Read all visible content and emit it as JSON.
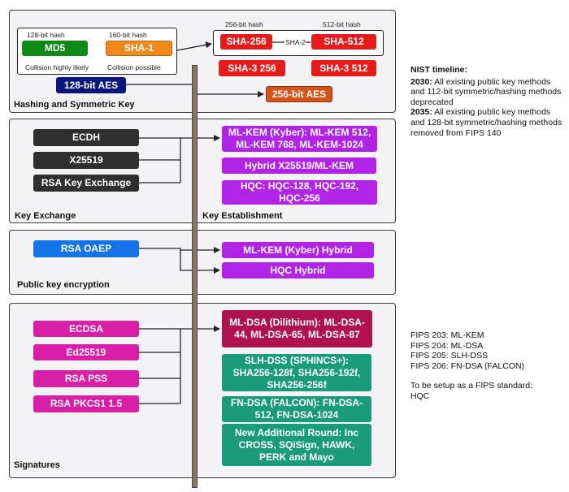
{
  "hashing": {
    "label": "Hashing and Symmetric Key",
    "md5_bits": "128-bit hash",
    "md5": "MD5",
    "md5_note": "Collision highly likely",
    "sha1_bits": "160-bit hash",
    "sha1": "SHA-1",
    "sha1_note": "Collision possible",
    "sha256_bits": "256-bit hash",
    "sha512_bits": "512-bit hash",
    "sha256": "SHA-256",
    "sha512": "SHA-512",
    "sha2_label": "SHA-2",
    "sha3_256": "SHA-3 256",
    "sha3_512": "SHA-3 512",
    "aes128": "128-bit AES",
    "aes256": "256-bit AES"
  },
  "key_exchange": {
    "label": "Key Exchange",
    "establishment_label": "Key Establishment",
    "ecdh": "ECDH",
    "x25519": "X25519",
    "rsa_kex": "RSA Key Exchange",
    "mlkem": "ML-KEM (Kyber): ML-KEM 512, ML-KEM 768, ML-KEM-1024",
    "hybrid": "Hybrid X25519/ML-KEM",
    "hqc": "HQC: HQC-128, HQC-192, HQC-256"
  },
  "public_key": {
    "label": "Public key encryption",
    "rsa_oaep": "RSA OAEP",
    "mlkem_hybrid": "ML-KEM (Kyber) Hybrid",
    "hqc_hybrid": "HQC Hybrid"
  },
  "signatures": {
    "label": "Signatures",
    "ecdsa": "ECDSA",
    "ed25519": "Ed25519",
    "rsa_pss": "RSA PSS",
    "rsa_pkcs1": "RSA PKCS1 1.5",
    "mldsa": "ML-DSA (Dilithium): ML-DSA-44, ML-DSA-65, ML-DSA-87",
    "slhdss": "SLH-DSS (SPHINCS+): SHA256-128f,  SHA256-192f, SHA256-256f",
    "fndsa": "FN-DSA (FALCON): FN-DSA-512, FN-DSA-1024",
    "additional": "New Additional Round: Inc CROSS, SQiSign, HAWK, PERK and Mayo"
  },
  "nist": {
    "title": "NIST timeline:",
    "y2030": "2030:",
    "t2030": " All existing public key methods and 112-bit symmetric/hashing methods deprecated",
    "y2035": "2035:",
    "t2035": " All existing public key methods and 128-bit symmetric/hashing methods removed from FIPS 140"
  },
  "fips": {
    "f203": "FIPS 203: ML-KEM",
    "f204": "FIPS 204: ML-DSA",
    "f205": "FIPS 205: SLH-DSS",
    "f206": "FIPS 206: FN-DSA (FALCON)",
    "setup1": "To be setup as a FIPS standard:",
    "setup2": "HQC"
  },
  "colors": {
    "classical": "#2f2f2f",
    "md5": "#0f8a16",
    "sha1": "#ee8a1e",
    "sha2": "#e81b1b",
    "aes128": "#0a1680",
    "aes256": "#d4541a",
    "kem": "#b223e8",
    "rsa_oaep": "#1573e8",
    "sig_classic": "#d91ea8",
    "mldsa": "#b0124f",
    "pq_sig": "#1a9b7c",
    "timeline": "#85795f"
  }
}
